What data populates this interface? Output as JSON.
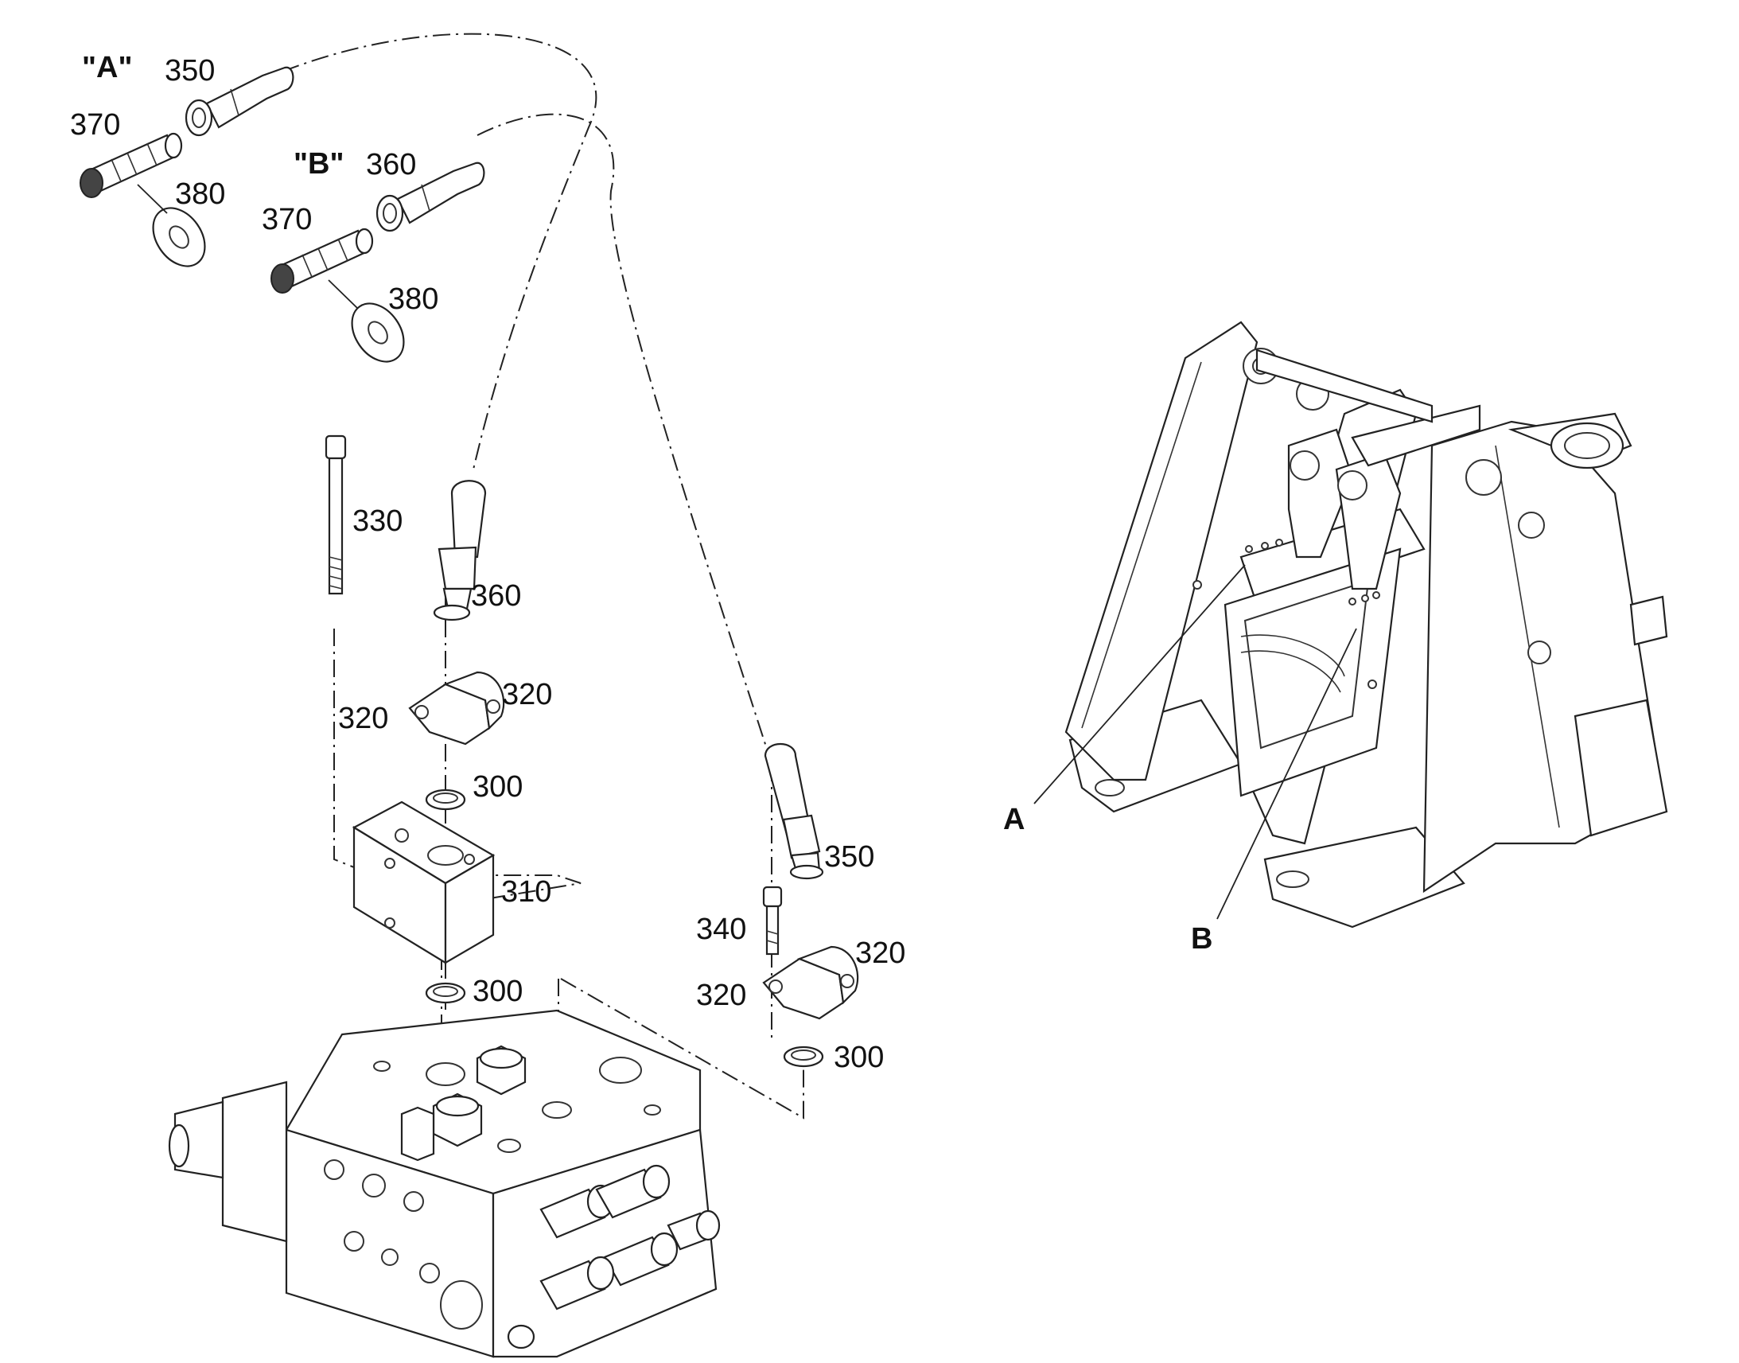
{
  "callouts": {
    "a_top": "\"A\"",
    "b_top": "\"B\"",
    "n350_a": "350",
    "n370_a": "370",
    "n380_a": "380",
    "n360_b": "360",
    "n370_b": "370",
    "n380_b": "380",
    "n330": "330",
    "n360": "360",
    "n320_right": "320",
    "n320_left": "320",
    "n300_top": "300",
    "n310": "310",
    "n300_mid": "300",
    "n350": "350",
    "n340": "340",
    "n320_r2": "320",
    "n320_l2": "320",
    "n300_right": "300",
    "frame_a": "A",
    "frame_b": "B"
  }
}
